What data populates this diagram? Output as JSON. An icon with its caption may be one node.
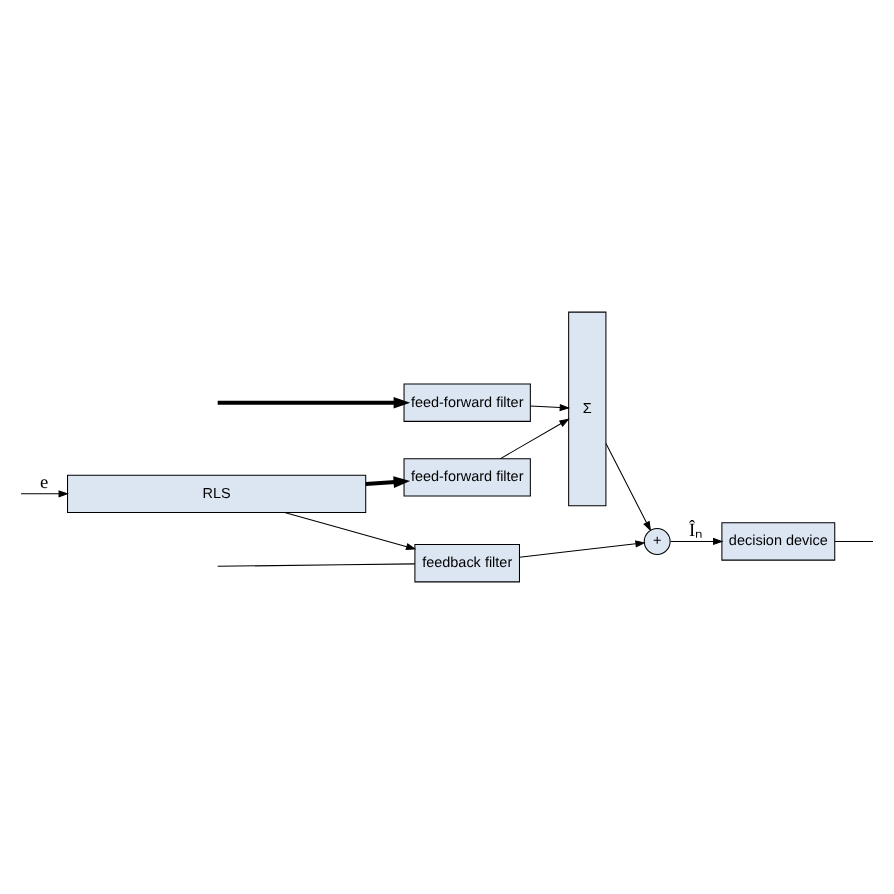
{
  "diagram": {
    "nodes": [
      {
        "text": [
          "feed-forward filter"
        ]
      },
      {
        "text": [
          "feed-forward filter"
        ]
      },
      {
        "text": [
          "Σ"
        ]
      },
      {
        "text": [
          "+"
        ]
      },
      {
        "text": [
          "decision device"
        ]
      },
      {
        "text": [
          "feedback filter"
        ]
      },
      {
        "text": [
          "RLS"
        ]
      }
    ],
    "edges": [
      {
        "from": null,
        "to": 0,
        "arrow": "to",
        "style": "thick"
      },
      {
        "from": 0,
        "to": 2,
        "arrow": "to"
      },
      {
        "from": 1,
        "to": 2,
        "arrow": "to"
      },
      {
        "from": 2,
        "to": 3,
        "arrow": "to"
      },
      {
        "from": 3,
        "to": 4,
        "arrow": "to",
        "label": "Îₙ"
      },
      {
        "from": 4,
        "to": null,
        "arrow": "none"
      },
      {
        "from": null,
        "to": 5,
        "arrow": "none"
      },
      {
        "from": 5,
        "to": 3,
        "arrow": "to"
      },
      {
        "from": 6,
        "to": 1,
        "arrow": "to",
        "style": "thick"
      },
      {
        "from": 6,
        "to": 5,
        "arrow": "to"
      },
      {
        "from": null,
        "to": 6,
        "arrow": "to",
        "label": "e"
      }
    ]
  }
}
